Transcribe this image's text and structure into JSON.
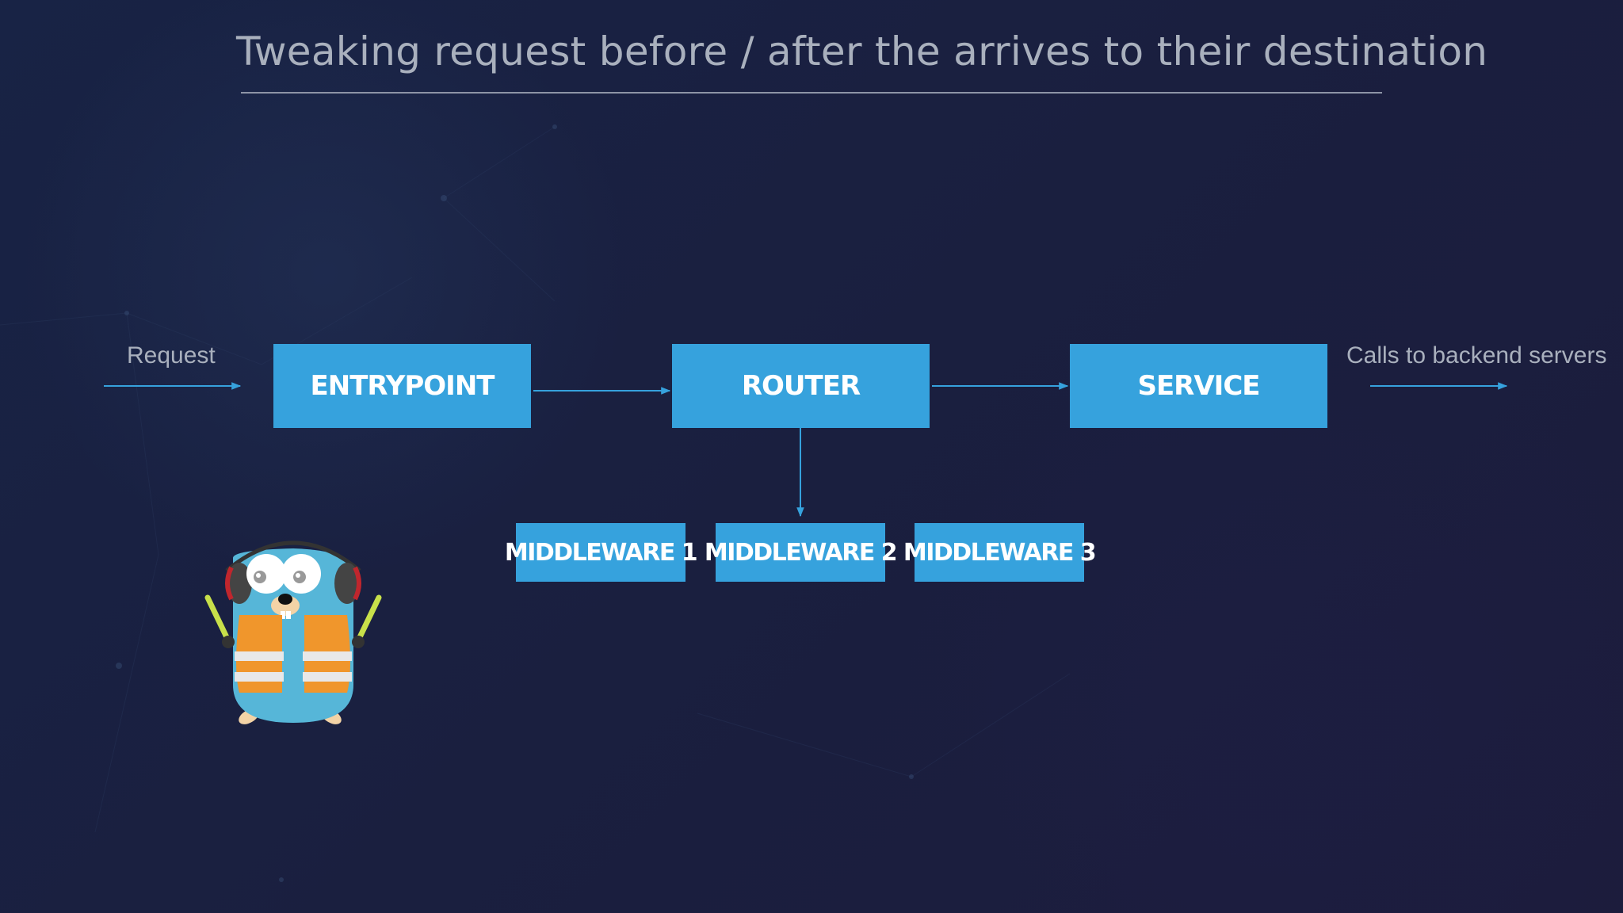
{
  "slide": {
    "title": "Tweaking request before / after the arrives to their destination"
  },
  "diagram": {
    "nodes": {
      "entrypoint": "ENTRYPOINT",
      "router": "ROUTER",
      "service": "SERVICE",
      "middleware_1": "MIDDLEWARE 1",
      "middleware_2": "MIDDLEWARE 2",
      "middleware_3": "MIDDLEWARE 3"
    },
    "labels": {
      "request": "Request",
      "backend": "Calls to backend servers"
    },
    "colors": {
      "node_fill": "#36a2dd",
      "node_text": "#ffffff",
      "arrow": "#36a2dd",
      "background": "#1a2040"
    }
  }
}
